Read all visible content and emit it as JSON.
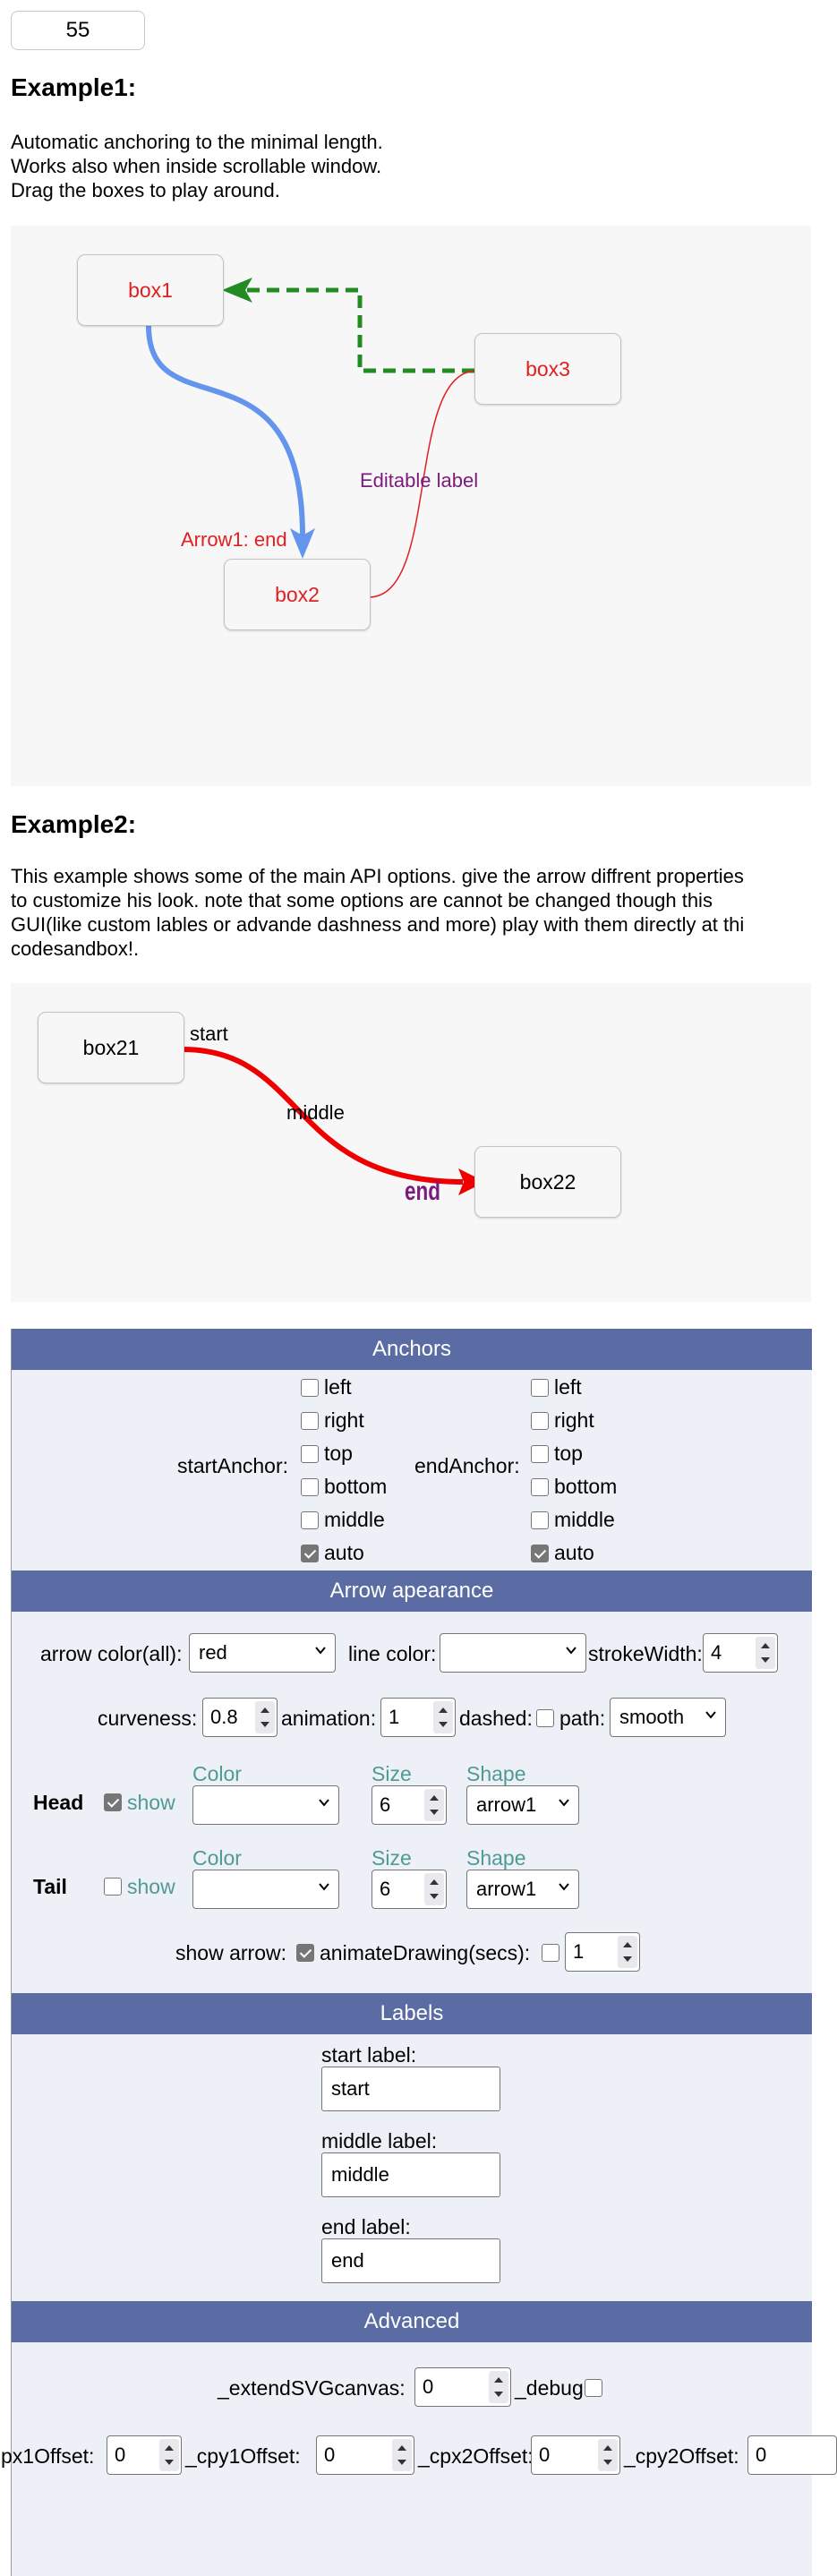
{
  "counter": "55",
  "example1": {
    "title": "Example1:",
    "desc": [
      "Automatic anchoring to the minimal length.",
      "Works also when inside scrollable window.",
      "Drag the boxes to play around."
    ],
    "boxes": [
      "box1",
      "box2",
      "box3"
    ],
    "arrow1_label": "Arrow1: end",
    "editable_label": "Editable label",
    "colors": {
      "arrow1": "#6495ed",
      "arrow2": "#228b22",
      "arrow3": "#e21f1f",
      "label2": "#7b1b7b"
    }
  },
  "example2": {
    "title": "Example2:",
    "desc": [
      "This example shows some of the main API options. give the arrow diffrent properties",
      "to customize his look. note that some options are cannot be changed though this",
      "GUI(like custom lables or advande dashness and more) play with them directly at thi",
      "codesandbox!."
    ],
    "boxes": [
      "box21",
      "box22"
    ],
    "labels": {
      "start": "start",
      "middle": "middle",
      "end": "end"
    },
    "colors": {
      "arrow": "#ee0000",
      "end_label": "#7b1b7b"
    }
  },
  "panel": {
    "anchors": {
      "title": "Anchors",
      "start_label": "startAnchor:",
      "end_label": "endAnchor:",
      "options": [
        "left",
        "right",
        "top",
        "bottom",
        "middle",
        "auto"
      ],
      "checked": "auto"
    },
    "appearance": {
      "title": "Arrow apearance",
      "arrow_color_label": "arrow color(all):",
      "arrow_color_value": "red",
      "line_color_label": "line color:",
      "line_color_value": "",
      "stroke_width_label": "strokeWidth:",
      "stroke_width_value": "4",
      "curveness_label": "curveness:",
      "curveness_value": "0.8",
      "animation_label": "animation:",
      "animation_value": "1",
      "dashed_label": "dashed:",
      "path_label": "path:",
      "path_value": "smooth",
      "col_color": "Color",
      "col_size": "Size",
      "col_shape": "Shape",
      "head": {
        "label": "Head",
        "show": "show",
        "size": "6",
        "shape": "arrow1",
        "checked": true
      },
      "tail": {
        "label": "Tail",
        "show": "show",
        "size": "6",
        "shape": "arrow1",
        "checked": false
      },
      "show_arrow_label": "show arrow:",
      "animate_label": "animateDrawing(secs):",
      "animate_value": "1"
    },
    "labels": {
      "title": "Labels",
      "start_label": "start label:",
      "start_value": "start",
      "middle_label": "middle label:",
      "middle_value": "middle",
      "end_label": "end label:",
      "end_value": "end"
    },
    "advanced": {
      "title": "Advanced",
      "extend_label": "_extendSVGcanvas:",
      "extend_value": "0",
      "debug_label": "_debug",
      "px1_label": "px1Offset:",
      "px1_value": "0",
      "cpy1_label": "_cpy1Offset:",
      "cpy1_value": "0",
      "cpx2_label": "_cpx2Offset:",
      "cpx2_value": "0",
      "cpy2_label": "_cpy2Offset:",
      "cpy2_value": "0"
    }
  }
}
